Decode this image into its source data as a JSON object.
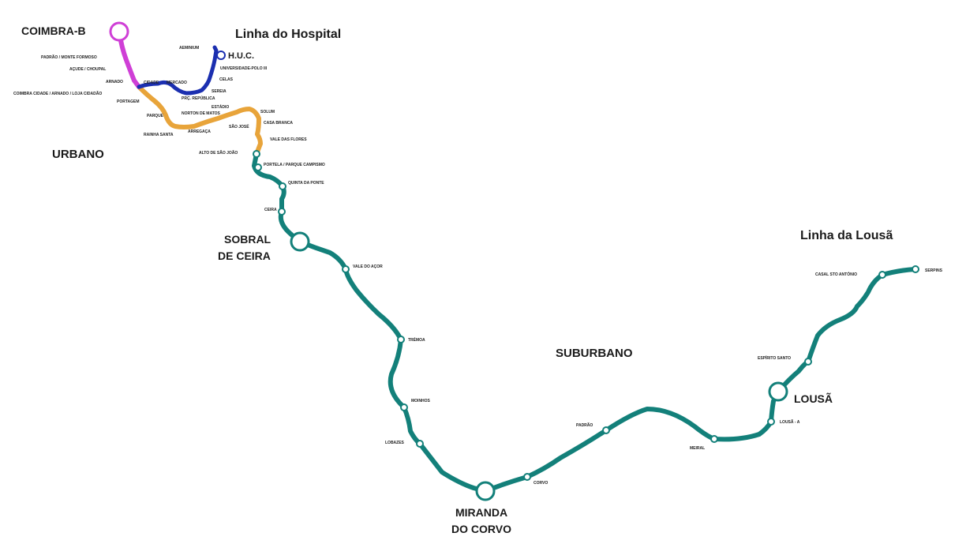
{
  "titles": {
    "hospital": "Linha do Hospital",
    "lousa_line": "Linha da Lousã"
  },
  "zones": {
    "urbano": "URBANO",
    "suburbano": "SUBURBANO"
  },
  "colors": {
    "suburban": "#13807a",
    "urban_orange": "#e8a43a",
    "magenta": "#cf3fd6",
    "hospital_blue": "#1b2fb0"
  },
  "major_stations": {
    "coimbra_b": "COIMBRA-B",
    "huc": "H.U.C.",
    "sobral_1": "SOBRAL",
    "sobral_2": "DE CEIRA",
    "miranda_1": "MIRANDA",
    "miranda_2": "DO CORVO",
    "lousa": "LOUSÃ"
  },
  "stations": {
    "padrao_monte_formoso": "PADRÃO / MONTE FORMOSO",
    "acude_choupal": "AÇUDE / CHOUPAL",
    "arnado": "ARNADO",
    "coimbra_cidade": "COIMBRA CIDADE / ARNADO / LOJA CIDADÃO",
    "portagem": "PORTAGEM",
    "parque": "PARQUE",
    "rainha_santa": "RAINHA SANTA",
    "norton_de_matos": "NORTON DE MATOS",
    "estadio": "ESTÁDIO",
    "sao_jose": "SÃO JOSÉ",
    "solum": "SOLUM",
    "casa_branca": "CASA BRANCA",
    "arregaca": "ARREGAÇA",
    "vale_das_flores": "VALE DAS FLORES",
    "alto_de_sao_joao": "ALTO DE SÃO JOÃO",
    "portela": "PORTELA / PARQUE CAMPISMO",
    "quinta_da_ponte": "QUINTA DA PONTE",
    "ceira": "CEIRA",
    "vale_do_acor": "VALE DO AÇOR",
    "tremoa": "TRÉMOA",
    "moinhos": "MOINHOS",
    "lobazes": "LOBAZES",
    "corvo": "CORVO",
    "padrao": "PADRÃO",
    "meiral": "MEIRAL",
    "lousa_a": "LOUSÃ - A",
    "espirito_santo": "ESPÍRITO SANTO",
    "casal_sto_antonio": "CASAL STO ANTÓNIO",
    "serpins": "SERPINS",
    "aeminium": "AEMINIUM",
    "sereia": "SEREIA",
    "universidade_polo_iii": "UNIVERSIDADE-POLO III",
    "celas": "CELAS",
    "praca_republica": "PRÇ. REPÚBLICA",
    "mercado": "MERCADO",
    "cidade": "CIDADE"
  }
}
